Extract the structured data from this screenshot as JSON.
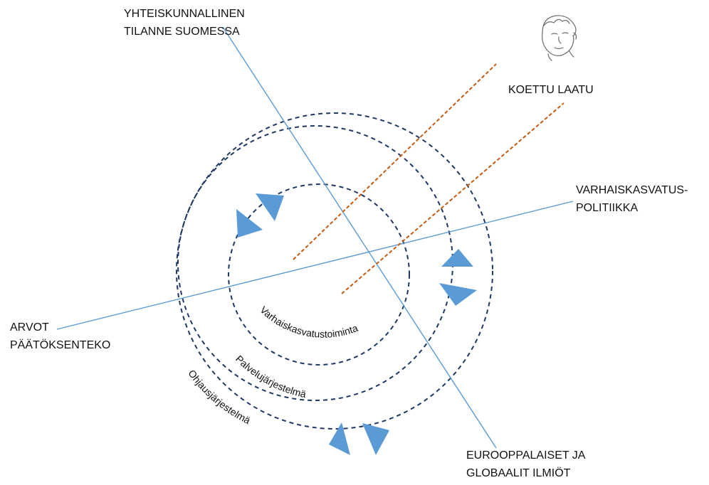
{
  "labels": {
    "society": [
      "YHTEISKUNNALLINEN",
      "TILANNE SUOMESSA"
    ],
    "perceived_quality": "KOETTU LAATU",
    "policy": [
      "VARHAISKASVATUS-",
      "POLITIIKKA"
    ],
    "values": [
      "ARVOT",
      "PÄÄTÖKSENTEKO"
    ],
    "global": [
      "EUROOPPALAISET JA",
      "GLOBAALIT ILMIÖT"
    ]
  },
  "rings": {
    "inner": "Varhaiskasvatustoiminta",
    "middle": "Palvelujärjestelmä",
    "outer": "Ohjausjärjestelmä"
  },
  "colors": {
    "ring_stroke": "#1f3864",
    "axis_line": "#5b9bd5",
    "quality_line": "#c55a11",
    "arrow_fill": "#5b9bd5",
    "text": "#111111"
  },
  "icons": {
    "child": "child-face-icon"
  }
}
